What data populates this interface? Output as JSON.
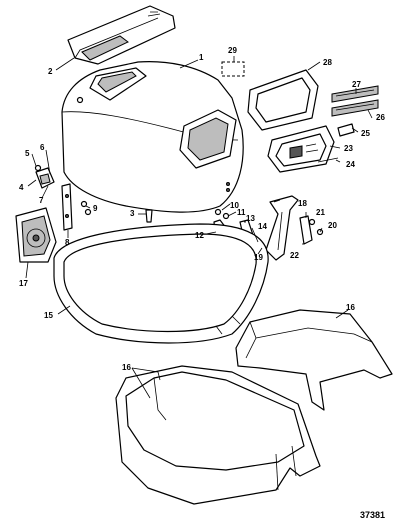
{
  "callouts": {
    "c1": "1",
    "c2": "2",
    "c3": "3",
    "c4": "4",
    "c5": "5",
    "c6": "6",
    "c7": "7",
    "c8": "8",
    "c9": "9",
    "c10": "10",
    "c11": "11",
    "c12": "12",
    "c13": "13",
    "c14": "14",
    "c15": "15",
    "c16a": "16",
    "c16b": "16",
    "c17": "17",
    "c18": "18",
    "c19": "19",
    "c20": "20",
    "c21": "21",
    "c22": "22",
    "c23": "23",
    "c24": "24",
    "c25": "25",
    "c26": "26",
    "c27": "27",
    "c28": "28",
    "c29": "29"
  },
  "figure_number": "37381"
}
